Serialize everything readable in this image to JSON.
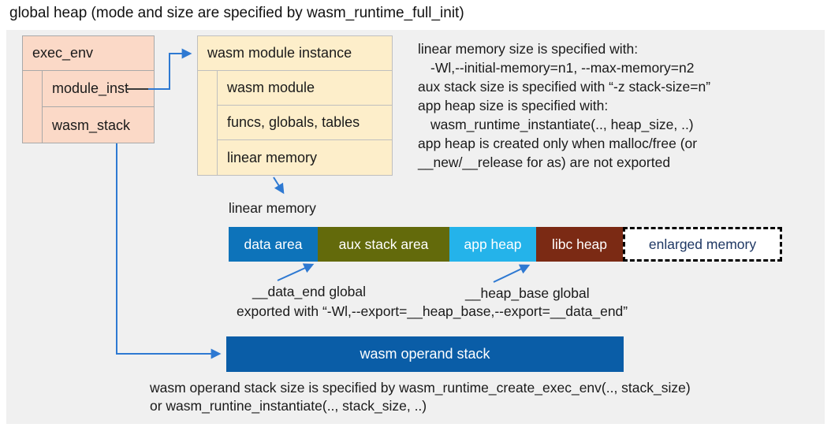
{
  "title": "global heap (mode and size are specified by wasm_runtime_full_init)",
  "colors": {
    "panel_bg": "#f0f0f0",
    "exec_env_fill": "#fbd9c7",
    "exec_env_border": "#a9a9a9",
    "instance_fill": "#fdeeca",
    "instance_border": "#bfbfbf",
    "arrow_blue": "#2e79d2",
    "connector_dark": "#3a3a3a",
    "operand_stack_fill": "#0a5da7",
    "enlarged_memory_text": "#1f3864"
  },
  "exec_env": {
    "title": "exec_env",
    "fields": [
      "module_inst",
      "wasm_stack"
    ]
  },
  "module_instance": {
    "title": "wasm module instance",
    "fields": [
      "wasm module",
      "funcs, globals, tables",
      "linear memory"
    ]
  },
  "notes": {
    "lines": [
      "linear memory size is specified with:",
      "-Wl,--initial-memory=n1, --max-memory=n2",
      "aux stack size is specified with “-z stack-size=n”",
      "app heap size is specified with:",
      "wasm_runtime_instantiate(.., heap_size, ..)",
      "app heap is created only when malloc/free (or",
      "__new/__release for as) are not exported"
    ]
  },
  "linear_memory": {
    "label": "linear memory",
    "segments": [
      {
        "label": "data area",
        "color": "#0d73ba",
        "text_color": "#ffffff"
      },
      {
        "label": "aux stack area",
        "color": "#636a0b",
        "text_color": "#ffffff"
      },
      {
        "label": "app heap",
        "color": "#24b3ea",
        "text_color": "#ffffff"
      },
      {
        "label": "libc heap",
        "color": "#7b2a14",
        "text_color": "#ffffff"
      },
      {
        "label": "enlarged memory",
        "color": "#ffffff",
        "text_color": "#1f3864"
      }
    ]
  },
  "annotations": {
    "data_end": "__data_end global",
    "heap_base": "__heap_base global",
    "exported": "exported with “-Wl,--export=__heap_base,--export=__data_end”"
  },
  "operand_stack": {
    "label": "wasm operand stack"
  },
  "footer": {
    "lines": [
      "wasm operand stack size is specified by wasm_runtime_create_exec_env(.., stack_size)",
      "or wasm_runtine_instantiate(.., stack_size, ..)"
    ]
  }
}
